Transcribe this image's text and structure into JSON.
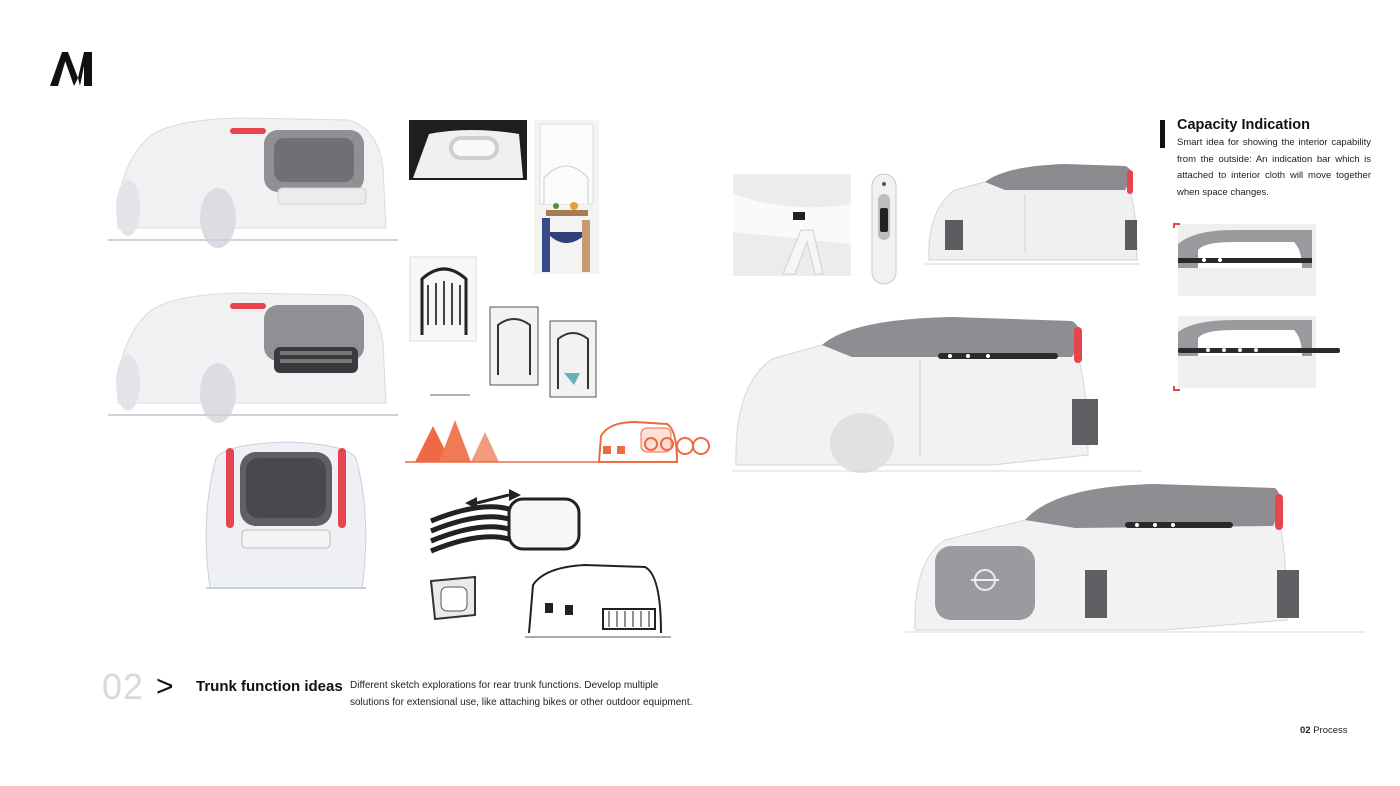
{
  "brand": {
    "logo_icon": "m-monogram-logo"
  },
  "section": {
    "number": "02",
    "chevron": ">",
    "title": "Trunk function ideas",
    "description": "Different sketch explorations for rear trunk functions. Develop multiple solutions for extensional use, like attaching bikes or other outdoor equipment."
  },
  "capacity": {
    "title": "Capacity Indication",
    "description": "Smart idea for showing the interior capability from the outside: An indication bar which is attached to interior cloth will move together when space changes."
  },
  "footer": {
    "page_number": "02",
    "label": "Process"
  },
  "colors": {
    "accent_red": "#e8444e",
    "sketch_orange": "#ee6a45",
    "text_dark": "#111111",
    "section_number_gray": "#d9d9d9"
  }
}
